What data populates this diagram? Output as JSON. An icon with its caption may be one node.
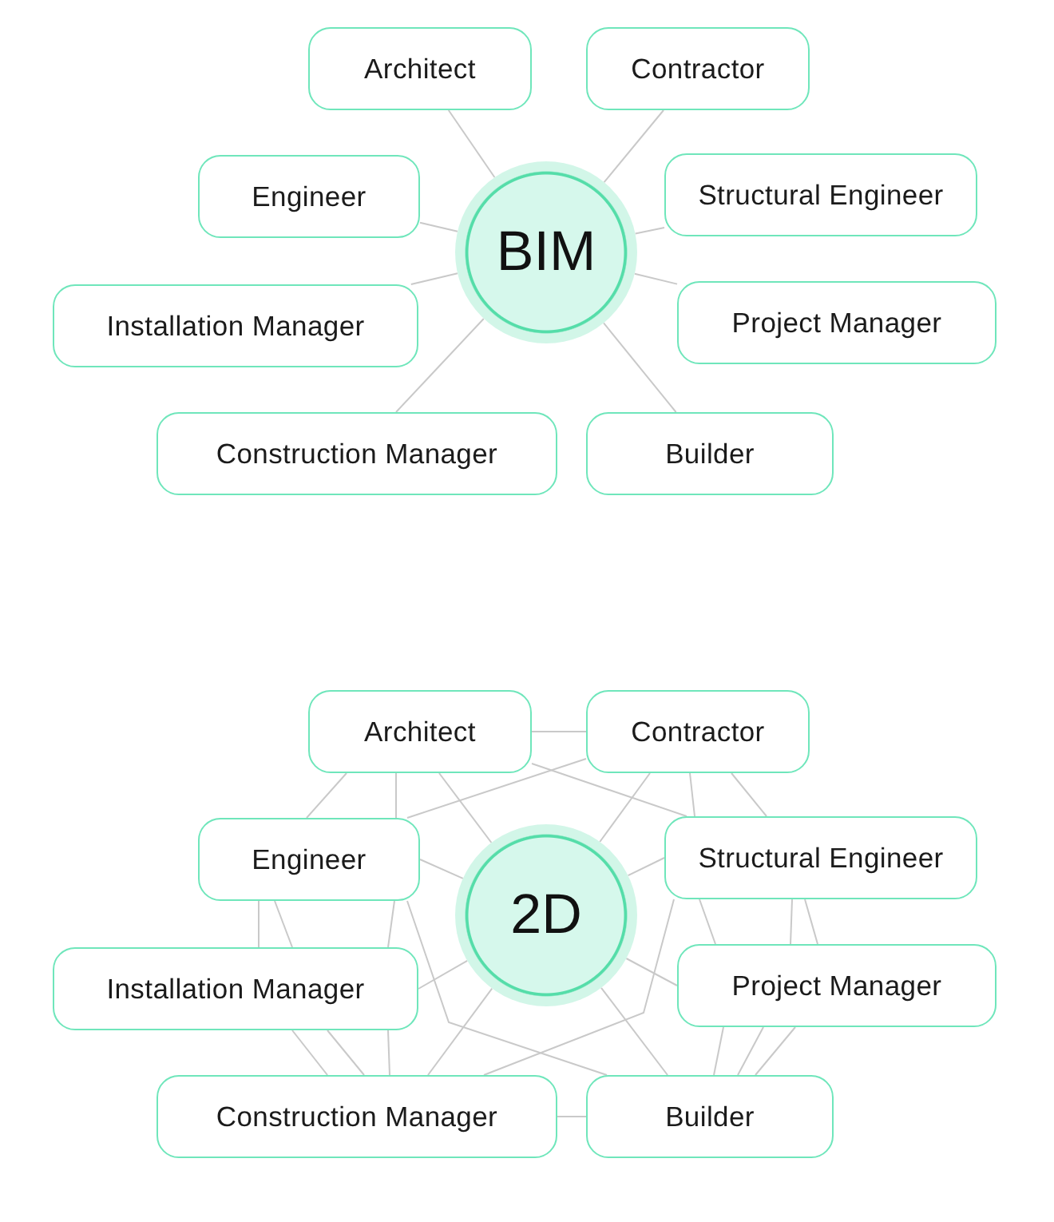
{
  "diagram": {
    "nodes": [
      {
        "text": [
          "BIM"
        ]
      },
      {
        "text": [
          "Architect"
        ]
      },
      {
        "text": [
          "Contractor"
        ]
      },
      {
        "text": [
          "Engineer"
        ]
      },
      {
        "text": [
          "Structural Engineer"
        ]
      },
      {
        "text": [
          "Installation Manager"
        ]
      },
      {
        "text": [
          "Project Manager"
        ]
      },
      {
        "text": [
          "Construction Manager"
        ]
      },
      {
        "text": [
          "Builder"
        ]
      },
      {
        "text": [
          "2D"
        ]
      },
      {
        "text": [
          "Architect"
        ]
      },
      {
        "text": [
          "Contractor"
        ]
      },
      {
        "text": [
          "Engineer"
        ]
      },
      {
        "text": [
          "Structural Engineer"
        ]
      },
      {
        "text": [
          "Installation Manager"
        ]
      },
      {
        "text": [
          "Project Manager"
        ]
      },
      {
        "text": [
          "Construction Manager"
        ]
      },
      {
        "text": [
          "Builder"
        ]
      }
    ],
    "edges": [
      {
        "from": 0,
        "to": 1,
        "arrow": "none"
      },
      {
        "from": 0,
        "to": 2,
        "arrow": "none"
      },
      {
        "from": 0,
        "to": 3,
        "arrow": "none"
      },
      {
        "from": 0,
        "to": 4,
        "arrow": "none"
      },
      {
        "from": 0,
        "to": 5,
        "arrow": "none"
      },
      {
        "from": 0,
        "to": 6,
        "arrow": "none"
      },
      {
        "from": 0,
        "to": 7,
        "arrow": "none"
      },
      {
        "from": 0,
        "to": 8,
        "arrow": "none"
      },
      {
        "from": 10,
        "to": 11,
        "arrow": "none"
      },
      {
        "from": 10,
        "to": 12,
        "arrow": "none"
      },
      {
        "from": 10,
        "to": 12,
        "arrow": "none"
      },
      {
        "from": 10,
        "to": 9,
        "arrow": "none"
      },
      {
        "from": 10,
        "to": 13,
        "arrow": "none"
      },
      {
        "from": 12,
        "to": 11,
        "arrow": "none"
      },
      {
        "from": 12,
        "to": 9,
        "arrow": "none"
      },
      {
        "from": 12,
        "to": 14,
        "arrow": "none"
      },
      {
        "from": 12,
        "to": 14,
        "arrow": "none"
      },
      {
        "from": 12,
        "to": 17,
        "arrow": "none"
      },
      {
        "from": 12,
        "to": 14,
        "arrow": "none"
      },
      {
        "from": 14,
        "to": 9,
        "arrow": "none"
      },
      {
        "from": 14,
        "to": 16,
        "arrow": "none"
      },
      {
        "from": 14,
        "to": 16,
        "arrow": "none"
      },
      {
        "from": 14,
        "to": 16,
        "arrow": "none"
      },
      {
        "from": 16,
        "to": 9,
        "arrow": "none"
      },
      {
        "from": 16,
        "to": 13,
        "arrow": "none"
      },
      {
        "from": 11,
        "to": 9,
        "arrow": "none"
      },
      {
        "from": 11,
        "to": 13,
        "arrow": "none"
      },
      {
        "from": 11,
        "to": 13,
        "arrow": "none"
      },
      {
        "from": 13,
        "to": 9,
        "arrow": "none"
      },
      {
        "from": 13,
        "to": 15,
        "arrow": "none"
      },
      {
        "from": 13,
        "to": 15,
        "arrow": "none"
      },
      {
        "from": 13,
        "to": 15,
        "arrow": "none"
      },
      {
        "from": 15,
        "to": 9,
        "arrow": "none"
      },
      {
        "from": 15,
        "to": 17,
        "arrow": "none"
      },
      {
        "from": 15,
        "to": 17,
        "arrow": "none"
      },
      {
        "from": 15,
        "to": 17,
        "arrow": "none"
      },
      {
        "from": 9,
        "to": 17,
        "arrow": "none"
      },
      {
        "from": 16,
        "to": 17,
        "arrow": "none"
      }
    ]
  }
}
